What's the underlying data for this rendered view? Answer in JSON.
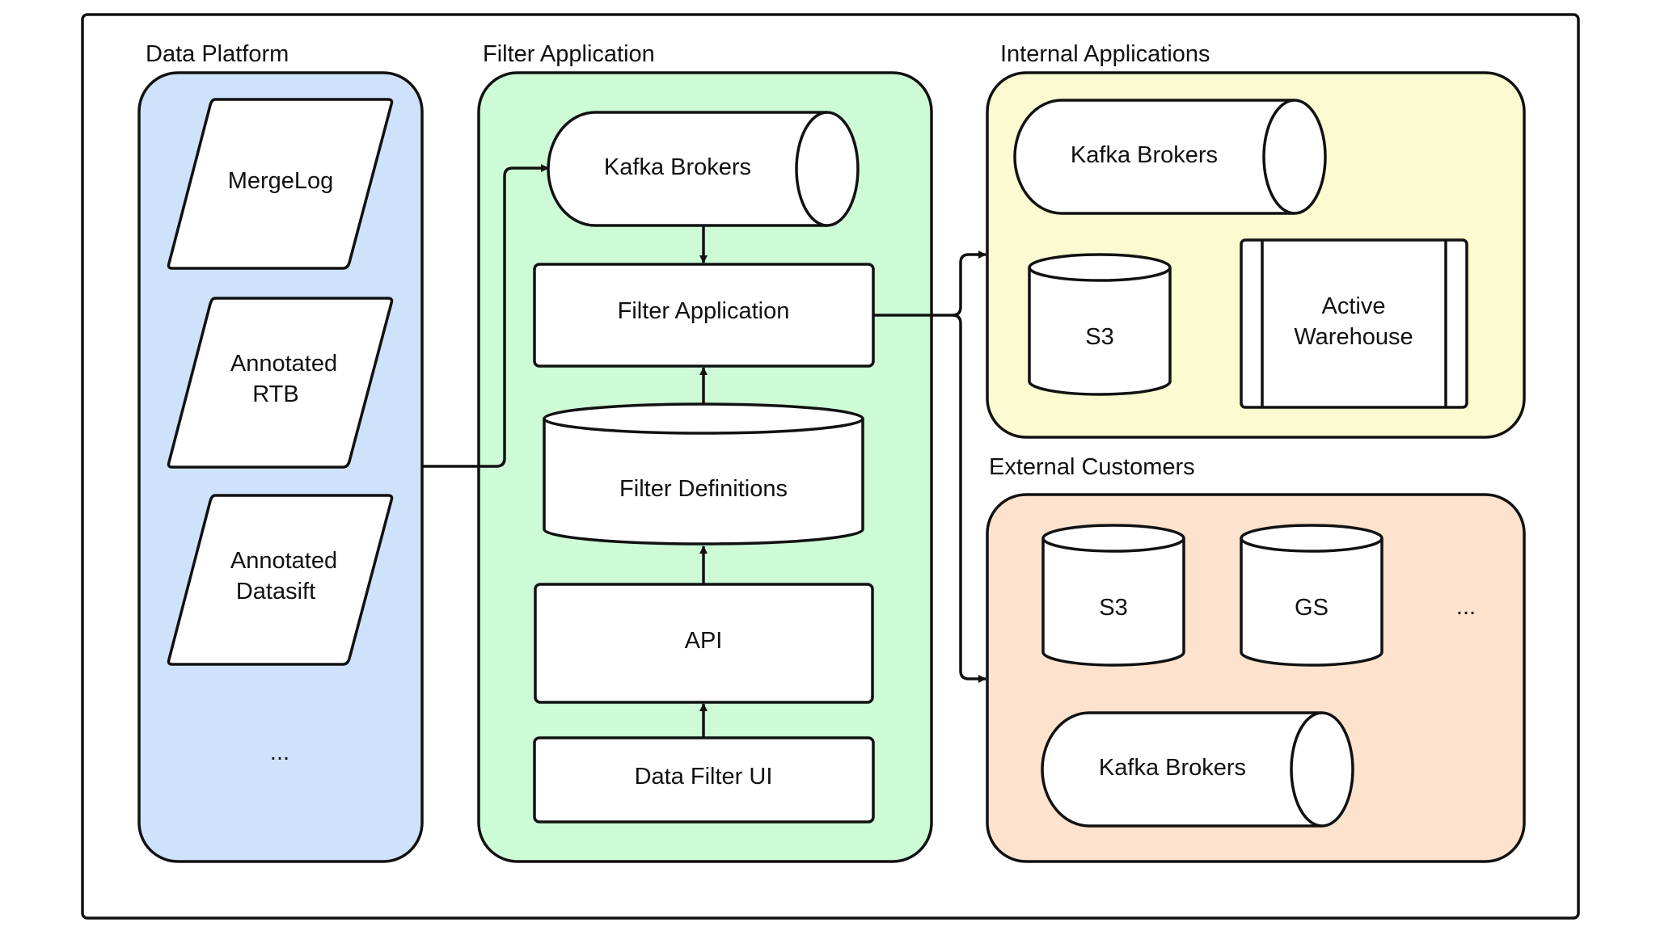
{
  "groups": {
    "data_platform": {
      "title": "Data Platform",
      "fill": "#cfe2fb"
    },
    "filter_app": {
      "title": "Filter Application",
      "fill": "#cdfbd6"
    },
    "internal_apps": {
      "title": "Internal Applications",
      "fill": "#fbfad0"
    },
    "external_customers": {
      "title": "External Customers",
      "fill": "#fde3cd"
    }
  },
  "data_platform": {
    "mergelog": "MergeLog",
    "annotated_rtb": [
      "Annotated",
      "RTB"
    ],
    "annotated_datasift": [
      "Annotated",
      "Datasift"
    ],
    "more": "..."
  },
  "filter_app": {
    "kafka": "Kafka Brokers",
    "filter_application": "Filter Application",
    "filter_definitions": "Filter Definitions",
    "api": "API",
    "data_filter_ui": "Data Filter UI"
  },
  "internal_apps": {
    "kafka": "Kafka Brokers",
    "s3": "S3",
    "active_warehouse": [
      "Active",
      "Warehouse"
    ]
  },
  "external_customers": {
    "s3": "S3",
    "gs": "GS",
    "more": "...",
    "kafka": "Kafka Brokers"
  },
  "colors": {
    "stroke": "#111111",
    "node_fill": "#ffffff"
  }
}
